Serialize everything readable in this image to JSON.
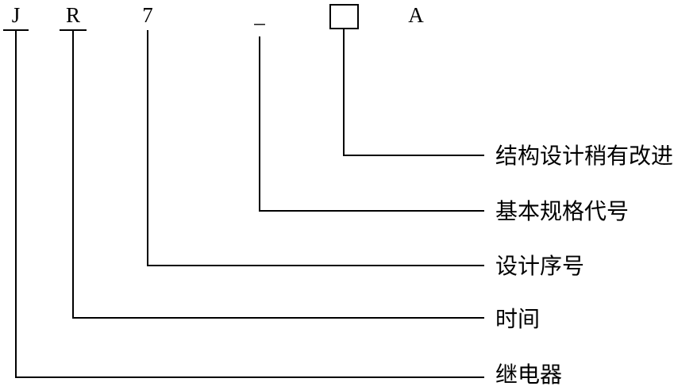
{
  "code": {
    "c1": "J",
    "c2": "R",
    "c3": "7",
    "c4": "_",
    "c6": "A"
  },
  "labels": {
    "structure_improved": "结构设计稍有改进",
    "basic_spec_code": "基本规格代号",
    "design_serial": "设计序号",
    "time": "时间",
    "relay": "继电器"
  }
}
